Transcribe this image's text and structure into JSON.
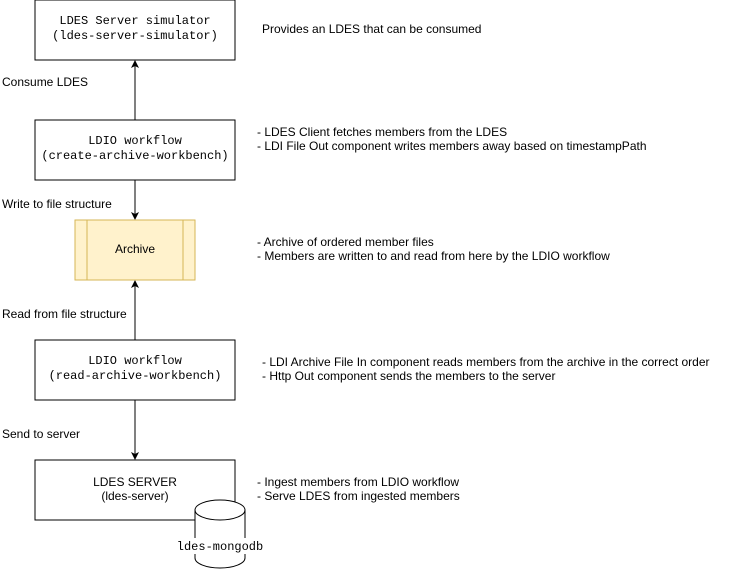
{
  "nodes": {
    "simulator": {
      "line1": "LDES Server simulator",
      "line2": "(ldes-server-simulator)"
    },
    "create_workbench": {
      "line1": "LDIO workflow",
      "line2": "(create-archive-workbench)"
    },
    "archive": {
      "label": "Archive",
      "fill": "#fff2cc",
      "stroke": "#d6b656"
    },
    "read_workbench": {
      "line1": "LDIO workflow",
      "line2": "(read-archive-workbench)"
    },
    "ldes_server": {
      "line1": "LDES SERVER",
      "line2": "(ldes-server)"
    },
    "mongodb": {
      "label": "ldes-mongodb"
    }
  },
  "edges": {
    "consume": "Consume LDES",
    "write": "Write to file structure",
    "read": "Read from file structure",
    "send": "Send to server"
  },
  "notes": {
    "simulator": [
      "Provides an LDES that can be consumed"
    ],
    "create_workbench": [
      "- LDES Client fetches members from the LDES",
      "- LDI File Out component writes members away based on timestampPath"
    ],
    "archive": [
      "- Archive of ordered member files",
      "- Members are written to and read from here by the LDIO workflow"
    ],
    "read_workbench": [
      "- LDI Archive File In component reads members from the archive in the correct order",
      "- Http Out component sends the members to the server"
    ],
    "ldes_server": [
      "- Ingest members from LDIO workflow",
      "- Serve LDES from ingested members"
    ]
  }
}
